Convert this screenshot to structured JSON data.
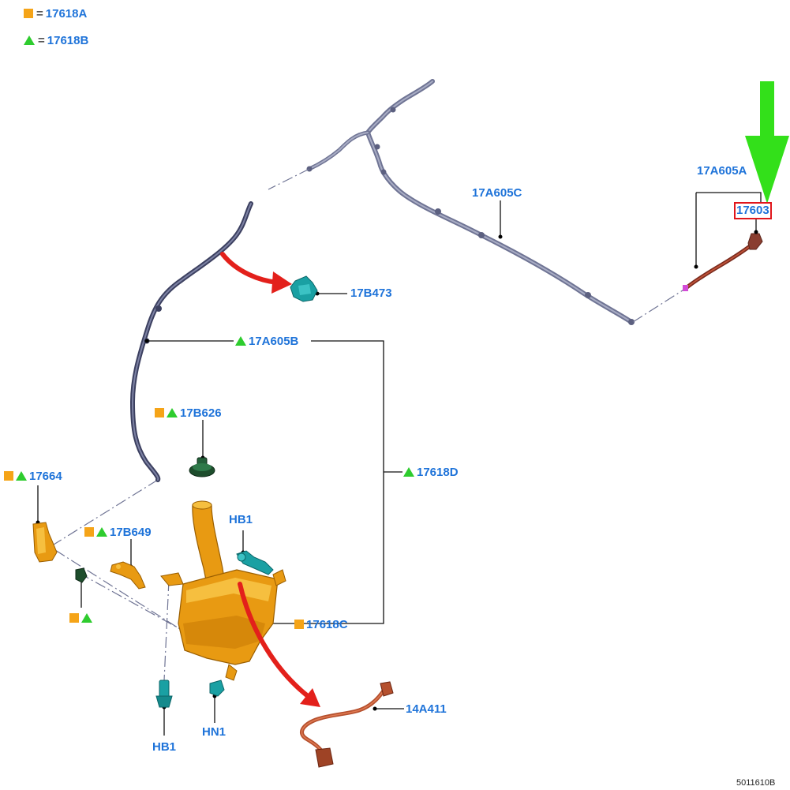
{
  "legend": {
    "square_label": "17618A",
    "triangle_label": "17618B",
    "equals": "="
  },
  "callouts": {
    "c17A605A": "17A605A",
    "c17603": "17603",
    "c17A605C": "17A605C",
    "c17B473": "17B473",
    "c17A605B": "17A605B",
    "c17B626": "17B626",
    "c17618D": "17618D",
    "c17664": "17664",
    "c17B649": "17B649",
    "cHB1_top": "HB1",
    "c17618C": "17618C",
    "c14A411": "14A411",
    "cHB1_bottom": "HB1",
    "cHN1": "HN1"
  },
  "figure_code": "5011610B",
  "colors": {
    "label_blue": "#1e73d9",
    "square_orange": "#f5a418",
    "triangle_green": "#2ecc2e",
    "highlight_red": "#e0161c",
    "arrow_red": "#e3201b",
    "arrow_green": "#33e01a",
    "hose_gray": "#6f7494",
    "reservoir_orange": "#e89a12",
    "connector_teal": "#1aa0a3",
    "harness_brown": "#b5502e"
  },
  "icons": [
    "orange-square-icon",
    "green-triangle-icon",
    "green-down-arrow-icon",
    "red-curved-arrow-icon"
  ]
}
